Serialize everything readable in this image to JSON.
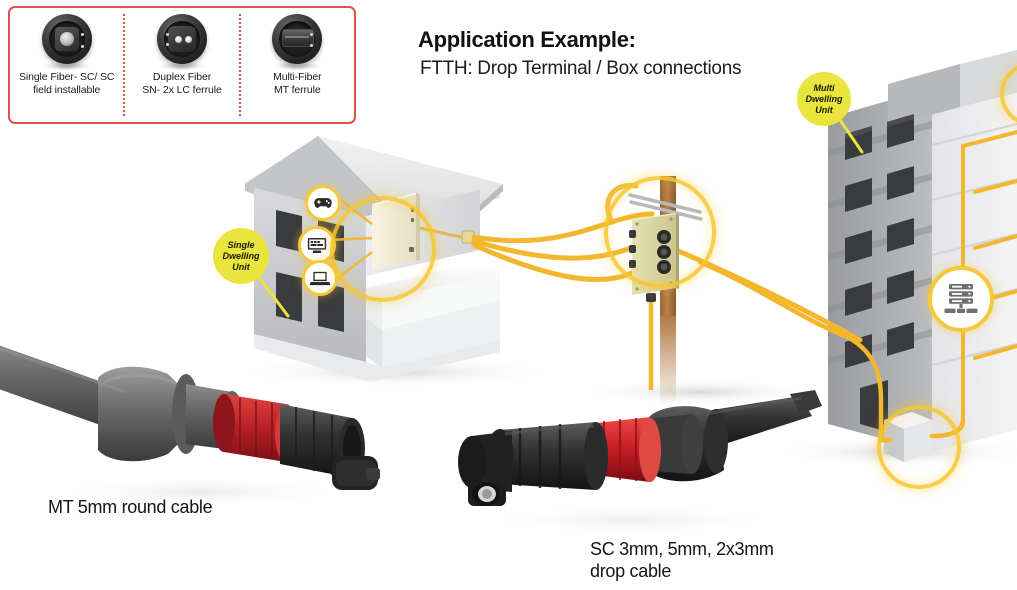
{
  "header": {
    "title": "Application Example:",
    "subtitle": "FTTH: Drop Terminal / Box connections"
  },
  "ferrule_panel": {
    "border_color": "#e0514a",
    "divider_style": "dotted",
    "items": [
      {
        "icon": "single-fiber-sc-ferrule-icon",
        "caption": "Single Fiber- SC/ SC\nfield installable"
      },
      {
        "icon": "duplex-fiber-sn-ferrule-icon",
        "caption": "Duplex Fiber\nSN- 2x LC ferrule"
      },
      {
        "icon": "multi-fiber-mt-ferrule-icon",
        "caption": "Multi-Fiber\nMT ferrule"
      }
    ]
  },
  "diagram": {
    "callouts": [
      {
        "id": "single-dwelling-unit",
        "label": "Single\nDwelling\nUnit",
        "color": "#e9e53c"
      },
      {
        "id": "multi-dwelling-unit",
        "label": "Multi\nDwelling\nUnit",
        "color": "#e9e53c"
      }
    ],
    "device_icons": [
      {
        "name": "gamepad-icon"
      },
      {
        "name": "desktop-computer-icon"
      },
      {
        "name": "laptop-icon"
      },
      {
        "name": "server-rack-icon"
      }
    ],
    "highlight_rings": [
      {
        "name": "ont-highlight-ring"
      },
      {
        "name": "drop-terminal-highlight-ring"
      },
      {
        "name": "building-entry-box-highlight-ring"
      },
      {
        "name": "rooftop-highlight-ring"
      }
    ],
    "fiber_color": "#f2b72c",
    "house_label": "single-family-house",
    "pole_label": "utility-pole-drop-terminal",
    "building_label": "multi-dwelling-building"
  },
  "products": [
    {
      "id": "mt-connector",
      "caption": "MT 5mm round cable",
      "body_color": "#4a4a4a",
      "ring_color": "#b3242c"
    },
    {
      "id": "sc-connector",
      "caption": "SC 3mm, 5mm, 2x3mm\ndrop cable",
      "body_color": "#2b2b2b",
      "ring_color": "#c01d24"
    }
  ]
}
